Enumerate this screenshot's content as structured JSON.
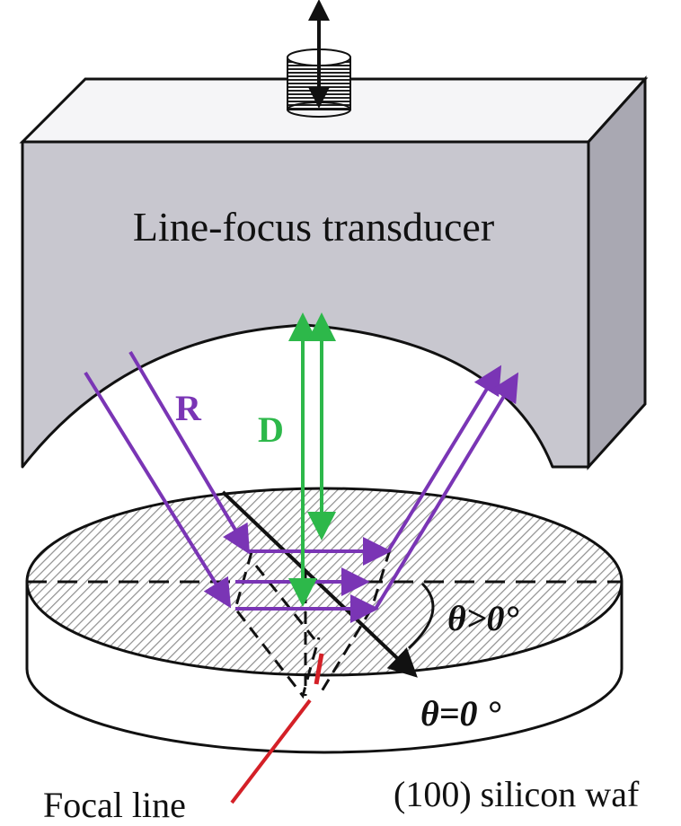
{
  "labels": {
    "transducer": "Line-focus transducer",
    "reflected": "R",
    "direct": "D",
    "theta_positive": "θ>0°",
    "theta_zero": "θ=0 °",
    "focal_line": "Focal line",
    "wafer": "(100) silicon waf"
  },
  "colors": {
    "transducer_face": "#c8c7cf",
    "transducer_side": "#a9a8b2",
    "transducer_top": "#f5f5f7",
    "wafer_hatch": "#9a9a9a",
    "reflected_ray": "#7a35b5",
    "direct_ray": "#2db84a",
    "focal_line": "#d42027",
    "outline": "#111111"
  },
  "icons": {
    "motor": "motor-cylinder-icon"
  }
}
